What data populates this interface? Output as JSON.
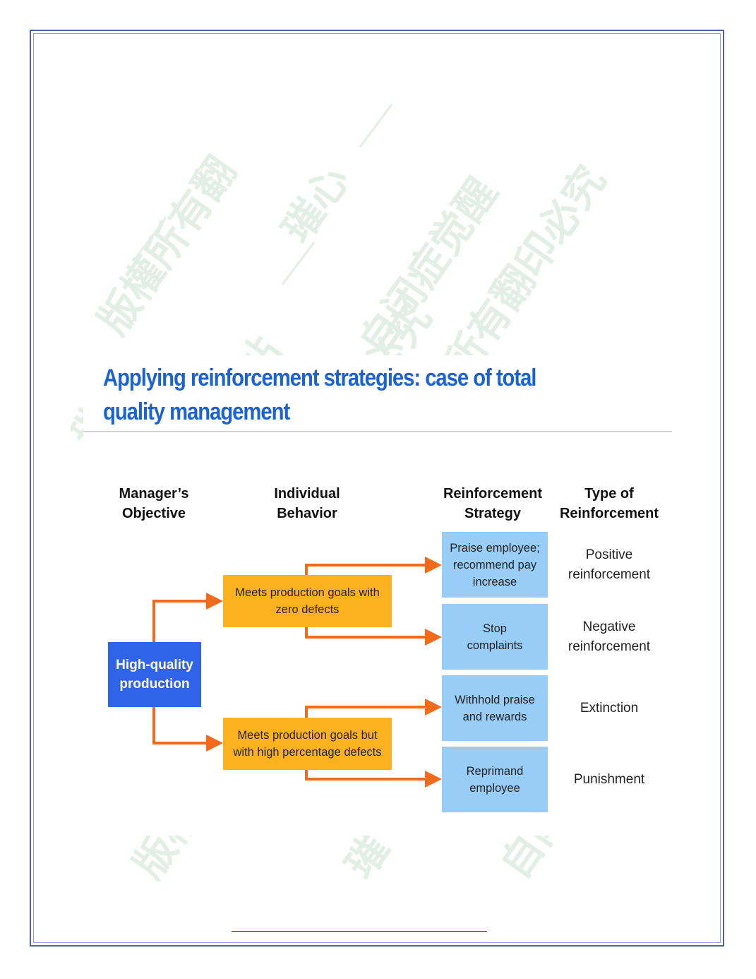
{
  "slide": {
    "title": "Applying reinforcement strategies: case of total quality management"
  },
  "diagram": {
    "headers": {
      "objective": "Manager’s\nObjective",
      "behavior": "Individual\nBehavior",
      "strategy": "Reinforcement\nStrategy",
      "type": "Type of\nReinforcement"
    },
    "root": "High-quality\nproduction",
    "behaviors": [
      "Meets production goals with\nzero defects",
      "Meets production goals but\nwith high percentage defects"
    ],
    "strategies": [
      "Praise employee;\nrecommend pay\nincrease",
      "Stop\ncomplaints",
      "Withhold praise\nand rewards",
      "Reprimand\nemployee"
    ],
    "types": [
      "Positive\nreinforcement",
      "Negative\nreinforcement",
      "Extinction",
      "Punishment"
    ]
  },
  "colors": {
    "title": "#1b63d4",
    "root_box": "#2f64e8",
    "behavior_box": "#fbb21e",
    "strategy_box": "#97cdf6",
    "arrow": "#f26b1d",
    "watermark": "#e3efe6"
  },
  "watermark_glyphs": "版權所有翻印必究 自闭症觉醒"
}
